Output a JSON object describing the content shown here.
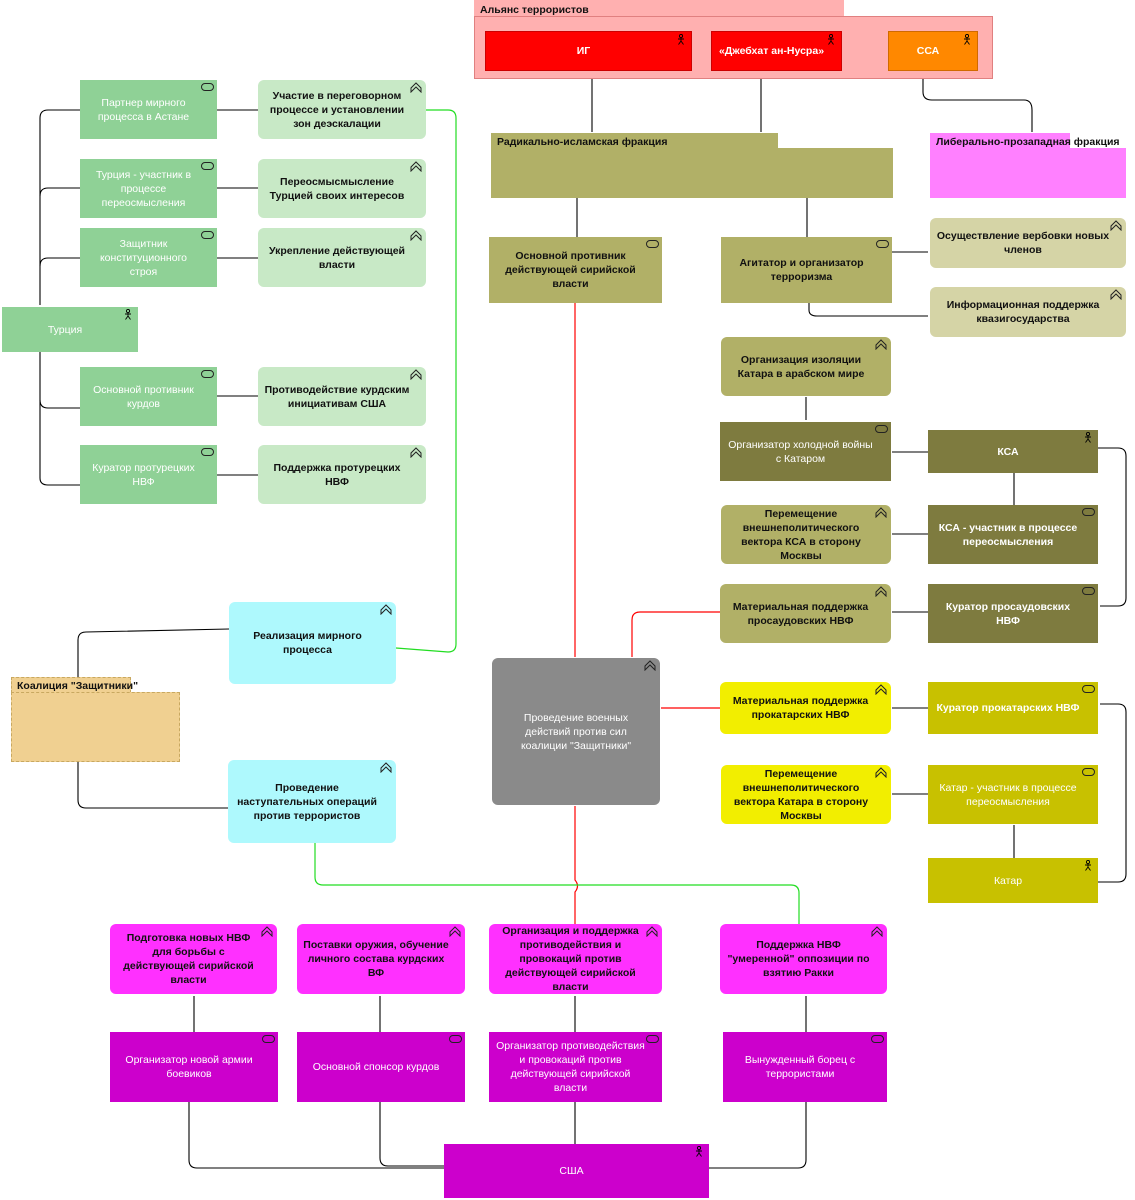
{
  "colors": {
    "turkey_green": "#8fd196",
    "turkey_green_light": "#c8e9c6",
    "olive": "#b1b067",
    "olive_dark": "#7e7b3f",
    "olive_light": "#d5d4a6",
    "yellow": "#f2ee00",
    "yellow_olive": "#c8c100",
    "magenta": "#ff30ff",
    "purple": "#cc00cc",
    "cyan": "#aef9fd",
    "alliance_bg": "#ffb0b0",
    "red": "#ff0000",
    "orange": "#ff8800",
    "gray": "#8a8a8a",
    "coalition": "#f0d091",
    "liberal": "#ff80ff",
    "line_black": "#000000",
    "line_red": "#ff0000",
    "line_green": "#33ee33"
  },
  "groups": {
    "alliance": "Альянс террористов",
    "radical": "Радикально-исламская фракция",
    "liberal": "Либерально-прозападная фракция",
    "coalition": "Коалиция \"Защитники\""
  },
  "turkey": {
    "actor": "Турция",
    "roles": {
      "astana": "Партнер мирного процесса в Астане",
      "rethink": "Турция - участник в процессе переосмысления",
      "defender": "Защитник конституционного строя",
      "kurds": "Основной противник курдов",
      "curator": "Куратор протурецких НВФ"
    },
    "goals": {
      "talks": "Участие в переговорном процессе и установлении зон деэскалации",
      "interests": "Переосмысмысление Турцией своих интересов",
      "power": "Укрепление действующей власти",
      "counter_us": "Противодействие курдским инициативам США",
      "support_nvf": "Поддержка протурецких НВФ"
    }
  },
  "alliance": {
    "ig": "ИГ",
    "nusra": "«Джебхат ан-Нусра»",
    "ssa": "ССА"
  },
  "radical_roles": {
    "opponent": "Основной противник действующей сирийской власти",
    "agitator": "Агитатор и организатор терроризма"
  },
  "agitator_goals": {
    "recruit": "Осуществление вербовки новых членов",
    "info": "Информационная поддержка квазигосударства"
  },
  "ksa": {
    "actor": "КСА",
    "qatar_isolation": "Организация изоляции Катара в арабском мире",
    "cold_war": "Организатор холодной войны с Катаром",
    "rethink": "КСА - участник в процессе переосмысления",
    "shift": "Перемещение внешнеполитического вектора КСА в сторону Москвы",
    "curator": "Куратор просаудовских НВФ",
    "material": "Материальная поддержка просаудовских НВФ"
  },
  "qatar": {
    "actor": "Катар",
    "curator": "Куратор прокатарских НВФ",
    "material": "Материальная поддержка прокатарских НВФ",
    "rethink": "Катар - участник в процессе переосмысления",
    "shift": "Перемещение внешнеполитического вектора Катара в сторону Москвы"
  },
  "center": {
    "military": "Проведение военных действий против сил коалиции \"Защитники\"",
    "peace": "Реализация мирного процесса",
    "offensive": "Проведение наступательных операций против террористов"
  },
  "usa": {
    "actor": "США",
    "goals": {
      "train": "Подготовка новых НВФ для борьбы с действующей сирийской власти",
      "arms": "Поставки оружия, обучение личного состава курдских ВФ",
      "organize": "Организация и поддержка противодействия и провокаций против действующей сирийской власти",
      "raqqa": "Поддержка НВФ \"умеренной\" оппозиции по взятию Ракки"
    },
    "roles": {
      "new_army": "Организатор новой армии боевиков",
      "kurd_sponsor": "Основной спонсор курдов",
      "provocations": "Организатор противодействия и провокаций против действующей сирийской власти",
      "forced": "Вынужденный борец с террористами"
    }
  },
  "icon_names": {
    "actor": "actor-icon",
    "role": "role-icon",
    "goal": "goal-icon"
  }
}
